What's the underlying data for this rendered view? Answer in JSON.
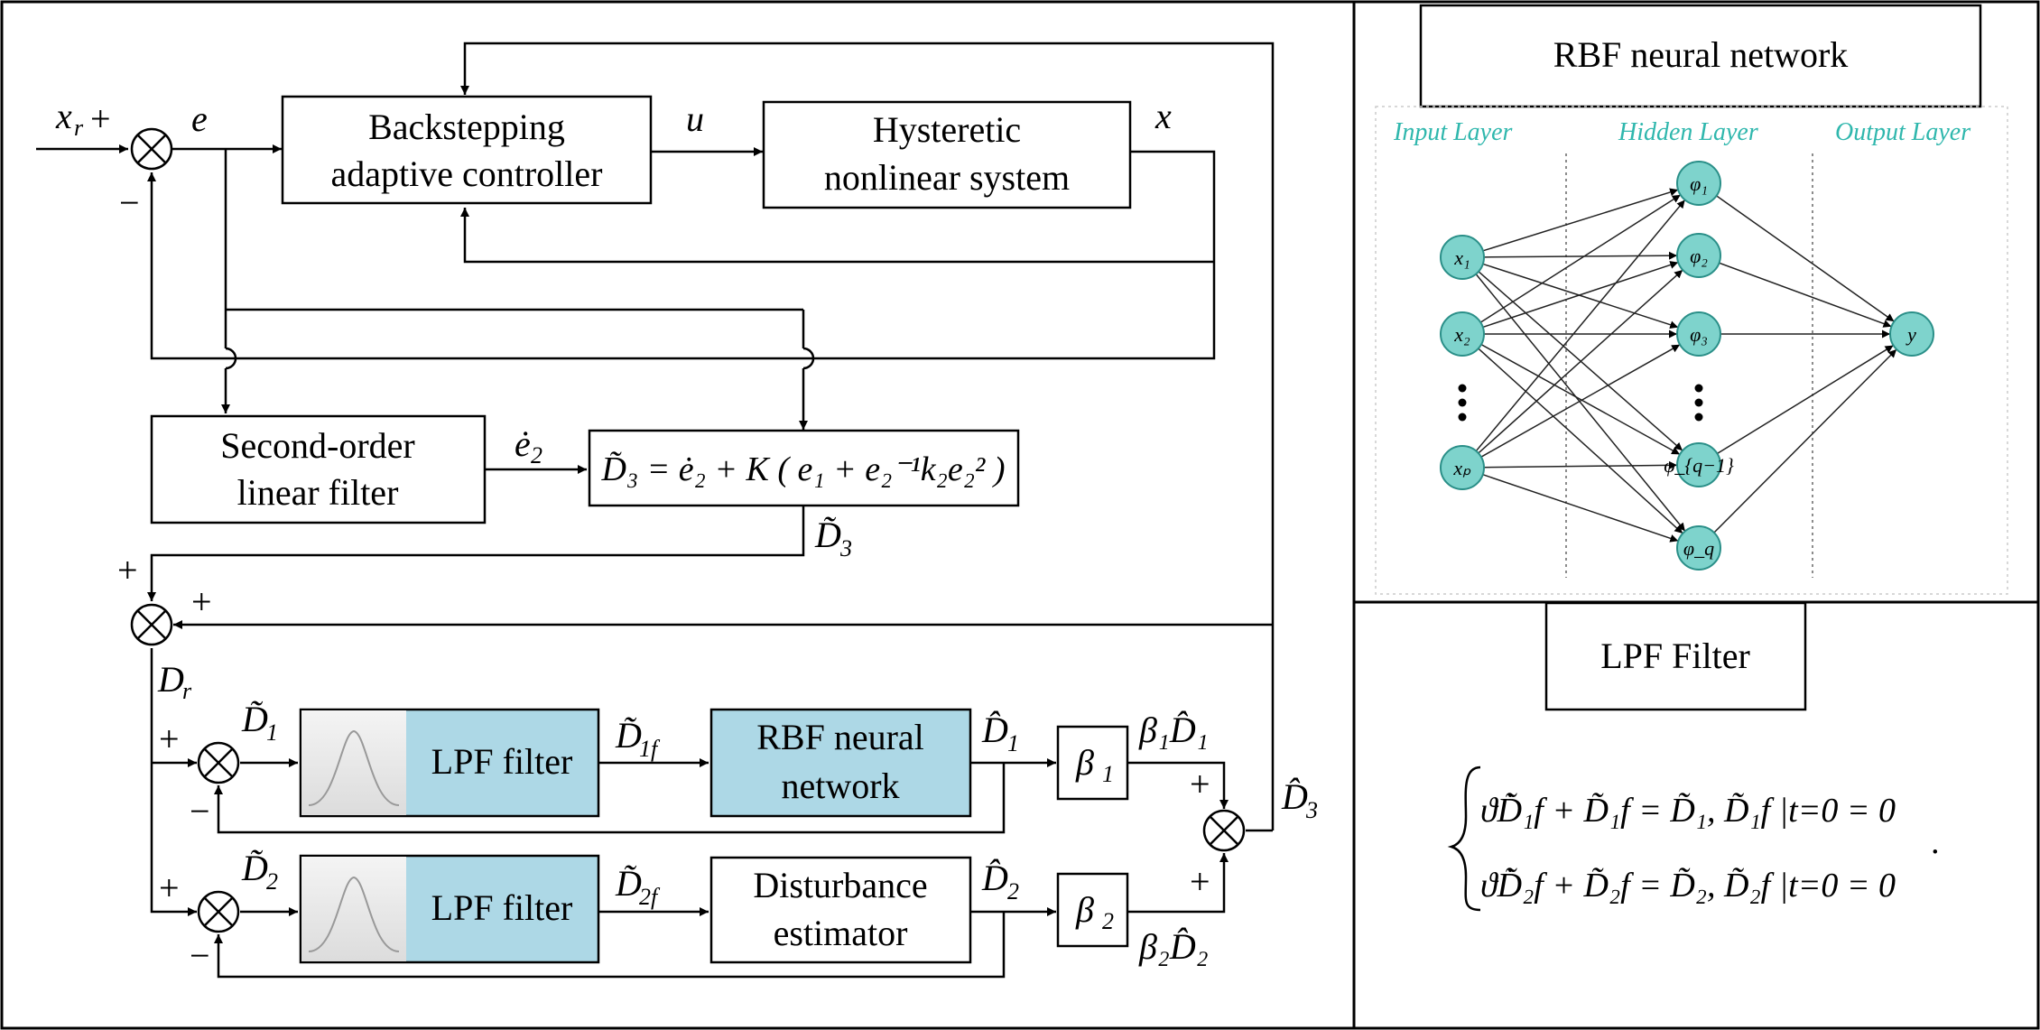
{
  "main_diagram": {
    "blocks": {
      "controller": [
        "Backstepping",
        "adaptive controller"
      ],
      "plant": [
        "Hysteretic",
        "nonlinear system"
      ],
      "filter2": [
        "Second-order",
        "linear filter"
      ],
      "lpf1": "LPF filter",
      "rbf": [
        "RBF neural",
        "network"
      ],
      "lpf2": "LPF filter",
      "dist": [
        "Disturbance",
        "estimator"
      ],
      "beta1": "β",
      "beta1_sub": "1",
      "beta2": "β",
      "beta2_sub": "2",
      "d3_equation": "D̃₃ = ė₂ + K ( e₁ + e₂⁻¹k₂e₂² )"
    },
    "signals": {
      "xr": "x",
      "xr_sub": "r",
      "e": "e",
      "u": "u",
      "x": "x",
      "e2dot": "ė",
      "e2dot_sub": "2",
      "d3tilde": "D̃",
      "d3tilde_sub": "3",
      "dr": "D",
      "dr_sub": "r",
      "d1tilde": "D̃",
      "d1tilde_sub": "1",
      "d1f": "D̃",
      "d1f_sub": "1f",
      "d1hat": "D̂",
      "d1hat_sub": "1",
      "b1d1": "β₁D̂₁",
      "d2tilde": "D̃",
      "d2tilde_sub": "2",
      "d2f": "D̃",
      "d2f_sub": "2f",
      "d2hat": "D̂",
      "d2hat_sub": "2",
      "b2d2": "β₂D̂₂",
      "d3hat": "D̂",
      "d3hat_sub": "3"
    },
    "signs": {
      "plus": "+",
      "minus": "−"
    }
  },
  "rbf_panel": {
    "title": "RBF neural network",
    "input_layer": "Input Layer",
    "hidden_layer": "Hidden Layer",
    "output_layer": "Output Layer",
    "inputs": [
      "x₁",
      "x₂",
      "xₚ"
    ],
    "hidden": [
      "φ₁",
      "φ₂",
      "φ₃",
      "φ_{q−1}",
      "φ_q"
    ],
    "output": "y",
    "node_color": "#7ed3cc"
  },
  "lpf_panel": {
    "title": "LPF Filter",
    "eq1": "ϑD̃̇₁f + D̃₁f = D̃₁, D̃₁f |t=0 = 0",
    "eq2": "ϑD̃̇₂f + D̃₂f = D̃₂, D̃₂f |t=0 = 0",
    "trailing": "."
  },
  "colors": {
    "highlight_block": "#add8e6",
    "line": "#000000",
    "nn_text": "#2fb7ad"
  }
}
